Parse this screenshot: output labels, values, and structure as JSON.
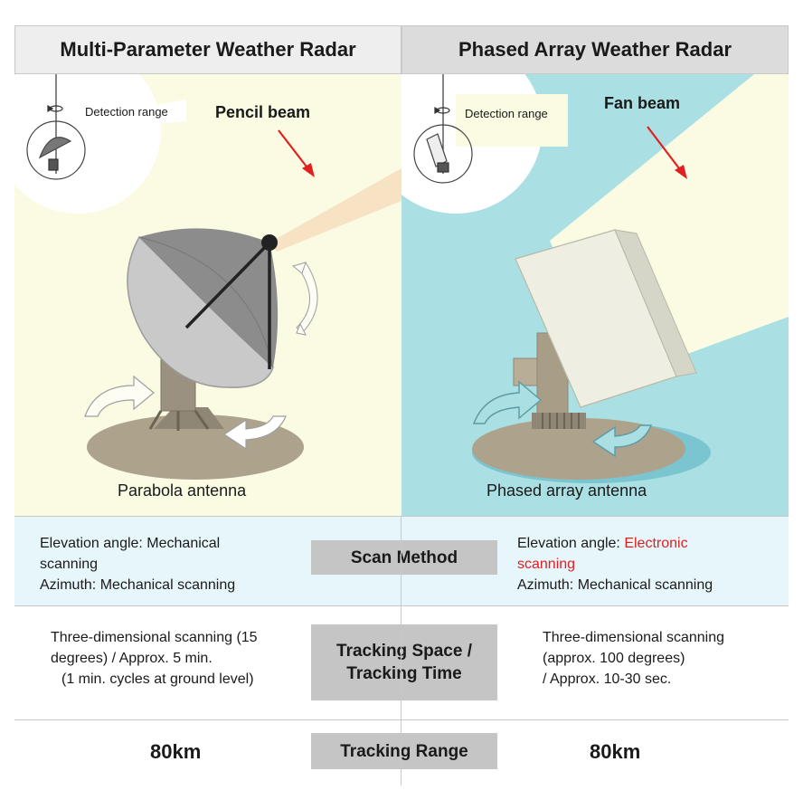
{
  "headers": {
    "left": "Multi-Parameter Weather Radar",
    "right": "Phased Array Weather Radar"
  },
  "left_panel": {
    "detection_range": "Detection range",
    "beam_label": "Pencil beam",
    "antenna_label": "Parabola antenna"
  },
  "right_panel": {
    "detection_range": "Detection range",
    "beam_label": "Fan beam",
    "antenna_label": "Phased array antenna"
  },
  "scan_method": {
    "label": "Scan Method",
    "left_line1": "Elevation angle: Mechanical",
    "left_line2": "scanning",
    "left_line3": "Azimuth: Mechanical scanning",
    "right_prefix": "Elevation angle: ",
    "right_highlight1": "Electronic",
    "right_highlight2": "scanning",
    "right_line3": "Azimuth: Mechanical scanning"
  },
  "tracking": {
    "label_line1": "Tracking Space /",
    "label_line2": "Tracking Time",
    "left_line1": "Three-dimensional scanning (15",
    "left_line2": "degrees) / Approx. 5 min.",
    "left_line3": "(1 min. cycles at ground level)",
    "right_line1": "Three-dimensional scanning",
    "right_line2": "(approx. 100 degrees)",
    "right_line3": "/ Approx. 10-30 sec."
  },
  "range": {
    "label": "Tracking Range",
    "left_value": "80km",
    "right_value": "80km"
  },
  "colors": {
    "left_panel_bg": "#fbfbe3",
    "right_panel_bg": "#aadfe3",
    "scan_row_bg": "#e6f6fb",
    "badge_bg": "#c5c5c5",
    "arrow_red": "#e02020",
    "highlight_red": "#e02020"
  }
}
